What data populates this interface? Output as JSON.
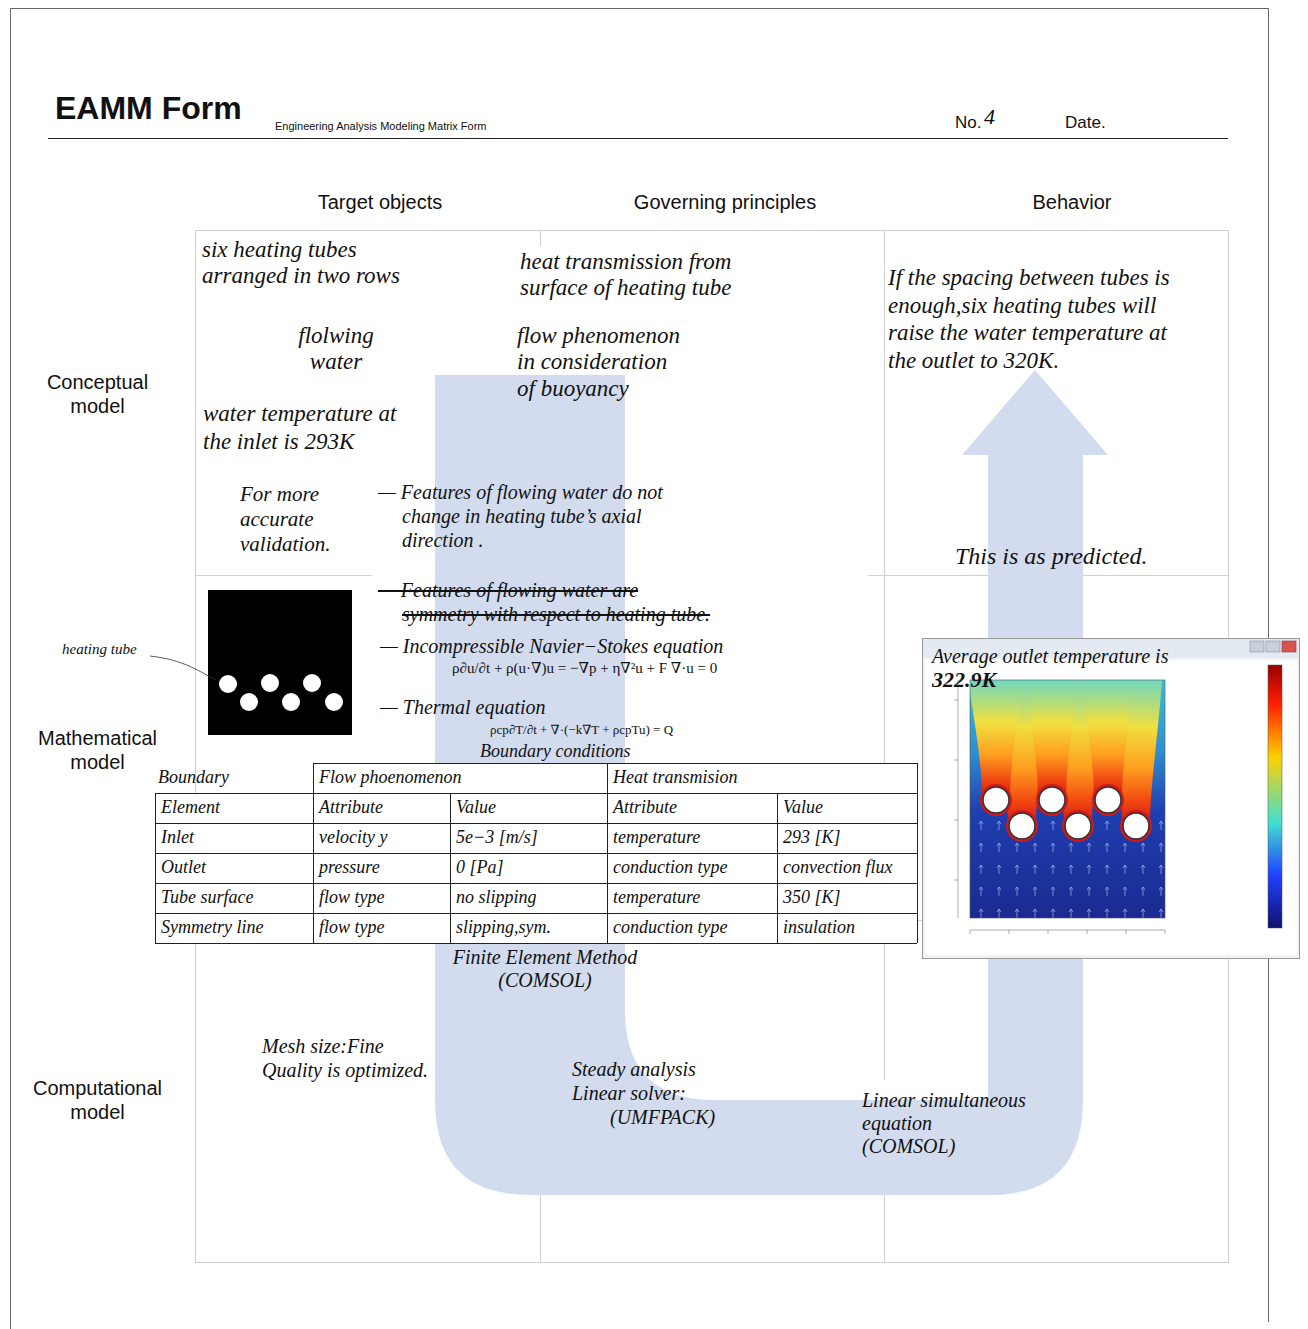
{
  "diagram": {
    "title": "EAMM Form",
    "nodes": [
      {
        "text": [
          "six heating tubes arranged in two rows"
        ]
      },
      {
        "text": [
          "flolwing water"
        ]
      },
      {
        "text": [
          "heat transmission from surface of heating tube"
        ]
      },
      {
        "text": [
          "flow phenomenon in consideration of buoyancy"
        ]
      }
    ],
    "edges": [
      {
        "from": 0,
        "to": 2,
        "arrow": "none"
      },
      {
        "from": 1,
        "to": 2,
        "arrow": "none"
      },
      {
        "from": 1,
        "to": 3,
        "arrow": "none"
      }
    ],
    "labels": [
      "Engineering Analysis Modeling Matrix Form",
      "No.",
      "4",
      "Date.",
      "Target objects",
      "Governing principles",
      "Behavior",
      "Conceptual model",
      "Mathematical model",
      "Computational model",
      "water temperature at the inlet is 293K",
      "For more accurate validation.",
      "— Features of flowing water do not change in heating tube’s axial direction .",
      "— Features of flowing water are symmetry with respect to heating tube.",
      "If the spacing between tubes is enough,six heating tubes will raise the water temperature at the outlet to 320K.",
      "This is as predicted.",
      "heating tube",
      "— Incompressible Navier−Stokes equation",
      "ρ∂u/∂t + ρ(u·∇)u = −∇p + η∇²u + F   ∇·u = 0",
      "— Thermal equation",
      "ρcp∂T/∂t + ∇·(−k∇T + ρcpTu) = Q",
      "Boundary conditions",
      "Boundary",
      "Flow phoenomenon",
      "Heat transmision",
      "Element",
      "Attribute",
      "Value",
      "Attribute",
      "Value",
      "Inlet",
      "velocity y",
      "5e−3 [m/s]",
      "temperature",
      "293 [K]",
      "Outlet",
      "pressure",
      "0 [Pa]",
      "conduction type",
      "convection flux",
      "Tube surface",
      "flow type",
      "no slipping",
      "temperature",
      "350 [K]",
      "Symmetry line",
      "flow type",
      "slipping,sym.",
      "conduction type",
      "insulation",
      "Average outlet temperature is",
      "322.9K",
      "Finite Element Method",
      "(COMSOL)",
      "Mesh size:Fine",
      "Quality is optimized.",
      "Steady analysis",
      "Linear solver:",
      "(UMFPACK)",
      "Linear simultaneous",
      "equation",
      "(COMSOL)"
    ]
  }
}
